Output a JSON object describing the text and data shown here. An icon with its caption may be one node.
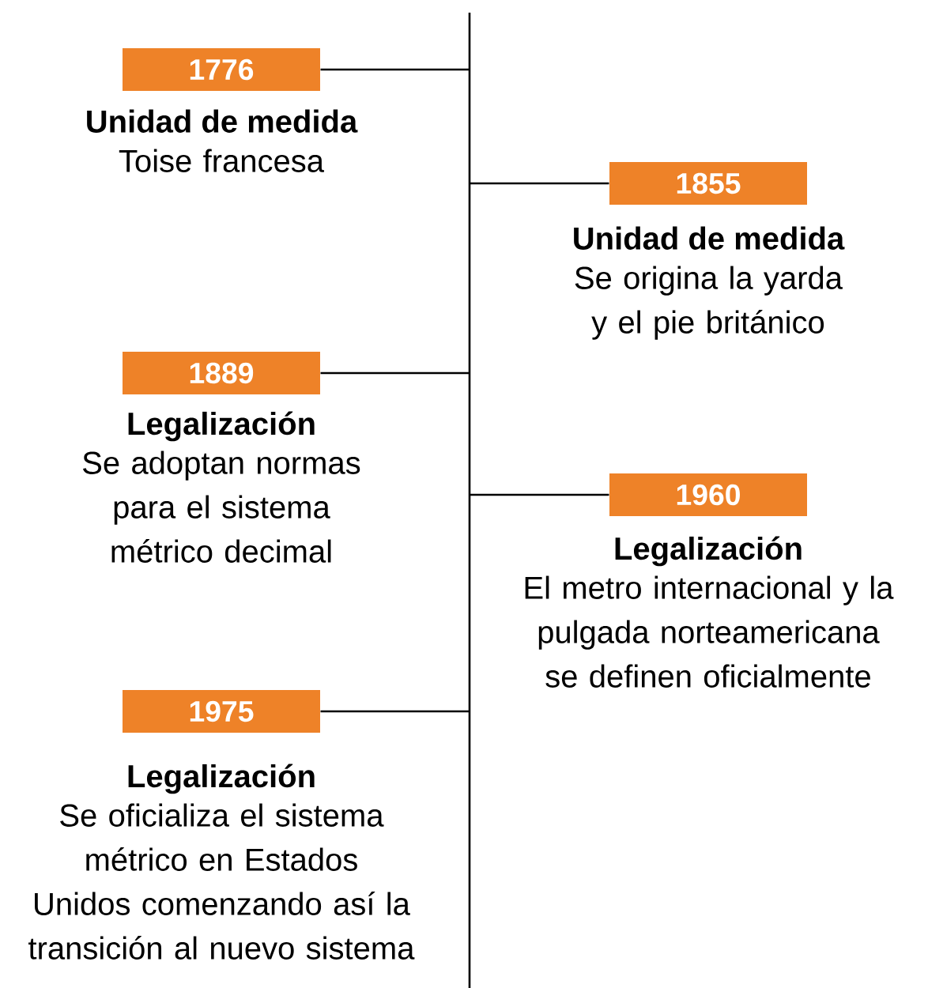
{
  "diagram": {
    "nodes": [
      {
        "text": [
          "1776"
        ],
        "beside": [
          "Unidad de medida",
          "Toise francesa"
        ]
      },
      {
        "text": [
          "1855"
        ],
        "beside": [
          "Unidad de medida",
          "Se origina la yarda y el pie británico"
        ]
      },
      {
        "text": [
          "1889"
        ],
        "beside": [
          "Legalización",
          "Se adoptan normas para el sistema métrico decimal"
        ]
      },
      {
        "text": [
          "1960"
        ],
        "beside": [
          "Legalización",
          "El metro internacional y la pulgada norteamericana se definen oficialmente"
        ]
      },
      {
        "text": [
          "1975"
        ],
        "beside": [
          "Legalización",
          "Se oficializa el sistema métrico en Estados Unidos comenzando así la transición al nuevo sistema"
        ]
      },
      {
        "text": [],
        "shape": "bar"
      }
    ],
    "edges": [
      {
        "from": 0,
        "to": 5,
        "arrow": "none"
      },
      {
        "from": 1,
        "to": 5,
        "arrow": "none"
      },
      {
        "from": 2,
        "to": 5,
        "arrow": "none"
      },
      {
        "from": 3,
        "to": 5,
        "arrow": "none"
      },
      {
        "from": 4,
        "to": 5,
        "arrow": "none"
      }
    ]
  }
}
